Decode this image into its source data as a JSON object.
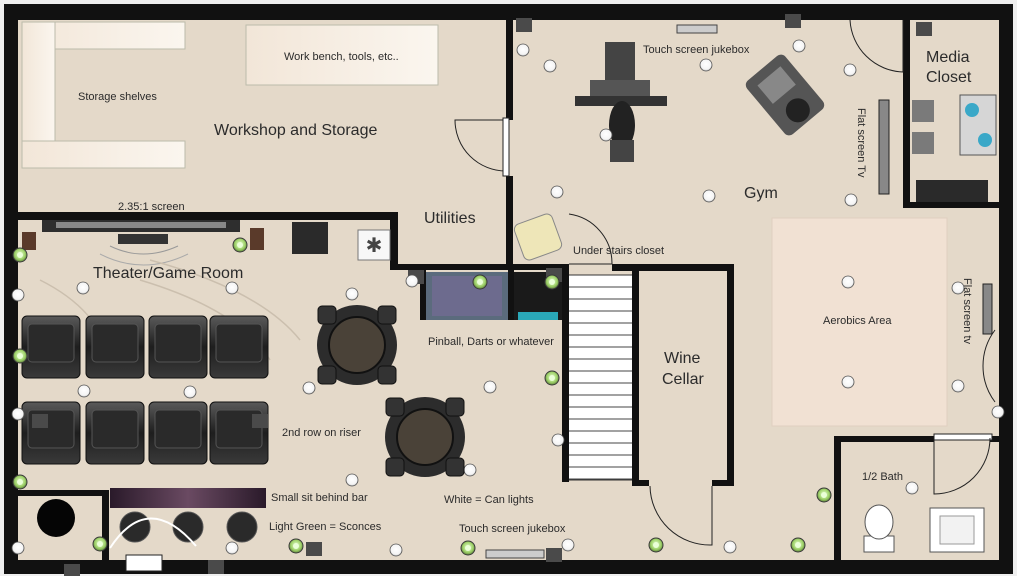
{
  "rooms": {
    "workshop": "Workshop and Storage",
    "storage_shelves": "Storage shelves",
    "work_bench": "Work bench, tools, etc..",
    "utilities": "Utilities",
    "gym": "Gym",
    "media_closet": "Media Closet",
    "theater": "Theater/Game Room",
    "screen": "2.35:1 screen",
    "pinball": "Pinball, Darts or whatever",
    "wine_cellar": "Wine Cellar",
    "under_stairs": "Under stairs closet",
    "aerobics": "Aerobics Area",
    "half_bath": "1/2 Bath",
    "second_row": "2nd row on riser",
    "small_sit": "Small sit behind bar",
    "light_green": "Light Green = Sconces",
    "white_can": "White = Can lights",
    "jukebox_bottom": "Touch screen jukebox",
    "jukebox_top": "Touch screen jukebox",
    "flat_tv_gym": "Flat screen Tv",
    "flat_tv_aerobics": "Flat screen tv"
  },
  "colors": {
    "floor": "#e3d8c8",
    "wall": "#111111",
    "sconce": "#9fd26a",
    "can_light": "#ffffff",
    "seat": "#2a2a2a"
  }
}
